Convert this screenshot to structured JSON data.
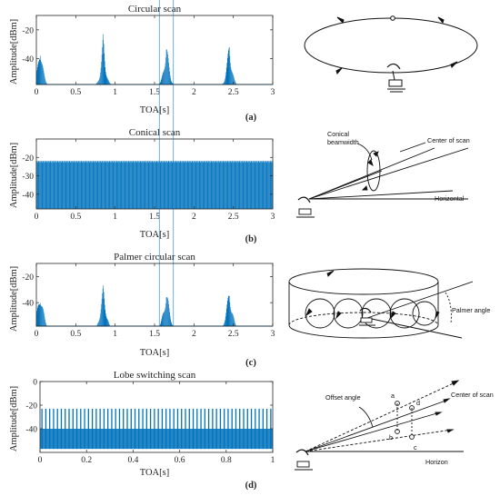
{
  "chart_data": [
    {
      "type": "line",
      "title": "Circular scan",
      "xlabel": "TOA[s]",
      "ylabel": "Amplitude[dBm]",
      "xlim": [
        0,
        3
      ],
      "ylim": [
        -58,
        -10
      ],
      "xticks": [
        "0",
        "0.5",
        "1",
        "1.5",
        "2",
        "2.5",
        "3"
      ],
      "yticks": [
        "-20",
        "-40"
      ],
      "pattern": "isolated-lobes",
      "peak_times": [
        0.05,
        0.85,
        1.65,
        2.45
      ],
      "peak_amplitude": -22,
      "floor": -58,
      "panel_label": "(a)",
      "diagram": {
        "labels": []
      }
    },
    {
      "type": "line",
      "title": "Conical scan",
      "xlabel": "TOA[s]",
      "ylabel": "Amplitude[dBm]",
      "xlim": [
        0,
        3
      ],
      "ylim": [
        -48,
        -10
      ],
      "xticks": [
        "0",
        "0.5",
        "1",
        "1.5",
        "2",
        "2.5",
        "3"
      ],
      "yticks": [
        "-20",
        "-30",
        "-40"
      ],
      "pattern": "continuous-band",
      "band_top": -22,
      "band_bottom": -48,
      "panel_label": "(b)",
      "diagram": {
        "labels": [
          "Conical\nbeamwidth",
          "Center of scan",
          "Horizontal"
        ]
      }
    },
    {
      "type": "line",
      "title": "Palmer circular scan",
      "xlabel": "TOA[s]",
      "ylabel": "Amplitude[dBm]",
      "xlim": [
        0,
        3
      ],
      "ylim": [
        -58,
        -10
      ],
      "xticks": [
        "0",
        "0.5",
        "1",
        "1.5",
        "2",
        "2.5",
        "3"
      ],
      "yticks": [
        "-20",
        "-40"
      ],
      "pattern": "dense-lobes",
      "peak_times": [
        0.05,
        0.85,
        1.65,
        2.45
      ],
      "peak_amplitude": -26,
      "floor": -58,
      "panel_label": "(c)",
      "diagram": {
        "labels": [
          "Palmer angle"
        ]
      }
    },
    {
      "type": "line",
      "title": "Lobe switching scan",
      "xlabel": "TOA[s]",
      "ylabel": "Amplitude[dBm]",
      "xlim": [
        0,
        1
      ],
      "ylim": [
        -60,
        0
      ],
      "xticks": [
        "0",
        "0.2",
        "0.4",
        "0.6",
        "0.8",
        "1"
      ],
      "yticks": [
        "0",
        "-20",
        "-40"
      ],
      "pattern": "switching",
      "switch_count": 60,
      "high_level": -23,
      "low_level": -40,
      "floor": -57,
      "panel_label": "(d)",
      "diagram": {
        "labels": [
          "Offset angle",
          "a",
          "b",
          "c",
          "d",
          "Center of scan",
          "Horizon"
        ]
      }
    }
  ],
  "colors": {
    "signal": "#0072bd",
    "axes": "#262626",
    "diagram": "#111111"
  }
}
